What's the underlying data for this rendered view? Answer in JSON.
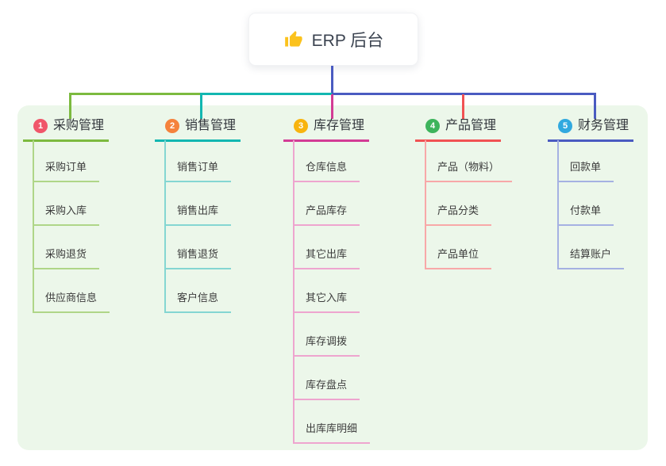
{
  "root": {
    "label": "ERP 后台",
    "icon": "thumbs-up-icon"
  },
  "branches": [
    {
      "badge": "1",
      "title": "采购管理",
      "badge_color": "#F0566A",
      "line_color": "#7CBA3F",
      "child_line_color": "#AFD688",
      "children": [
        "采购订单",
        "采购入库",
        "采购退货",
        "供应商信息"
      ]
    },
    {
      "badge": "2",
      "title": "销售管理",
      "badge_color": "#F5823C",
      "line_color": "#12B7B1",
      "child_line_color": "#84D6D2",
      "children": [
        "销售订单",
        "销售出库",
        "销售退货",
        "客户信息"
      ]
    },
    {
      "badge": "3",
      "title": "库存管理",
      "badge_color": "#F8B40E",
      "line_color": "#D33C95",
      "child_line_color": "#EEA5CF",
      "children": [
        "仓库信息",
        "产品库存",
        "其它出库",
        "其它入库",
        "库存调拨",
        "库存盘点",
        "出库库明细"
      ]
    },
    {
      "badge": "4",
      "title": "产品管理",
      "badge_color": "#3DB45C",
      "line_color": "#F15253",
      "child_line_color": "#F8A8A8",
      "children": [
        "产品（物料）",
        "产品分类",
        "产品单位"
      ]
    },
    {
      "badge": "5",
      "title": "财务管理",
      "badge_color": "#31A9DF",
      "line_color": "#4A5BC1",
      "child_line_color": "#A5B1E2",
      "children": [
        "回款单",
        "付款单",
        "结算账户"
      ]
    }
  ],
  "colors": {
    "canvas_bg": "#FFFFFF",
    "panel_bg": "#ECF7EA",
    "root_stem": "#4A5BC1",
    "icon_gold": "#FBC21D",
    "root_text": "#3B4350",
    "title_text": "#33373D",
    "child_text": "#3C3C3C"
  }
}
